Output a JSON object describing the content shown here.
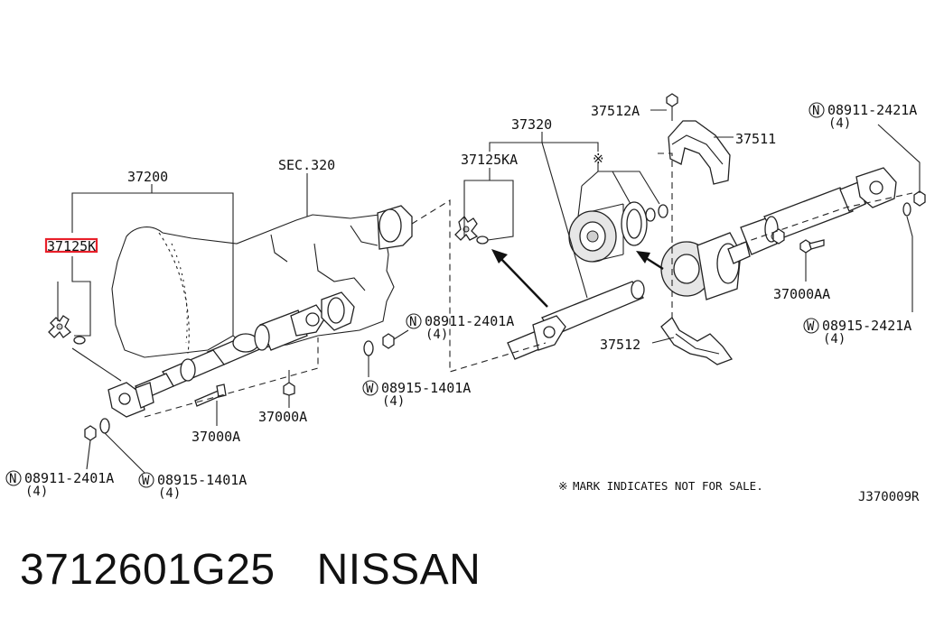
{
  "labels": {
    "shaft_assy": "37200",
    "highlighted_part": "37125K",
    "sec_ref": "SEC.320",
    "rear_shaft_assy": "37320",
    "kit_37125ka": "37125KA",
    "bolt_37512a": "37512A",
    "bracket_37511": "37511",
    "bracket_37512": "37512",
    "bolt_37000a_left": "37000A",
    "bolt_37000a_mid": "37000A",
    "bolt_37000aa": "37000AA",
    "nut_front_left": "08911-2401A",
    "washer_front_left": "08915-1401A",
    "nut_center": "08911-2401A",
    "washer_center": "08915-1401A",
    "nut_rear": "08911-2421A",
    "washer_rear": "08915-2421A",
    "qty": "(4)",
    "prefix_n": "N",
    "prefix_w": "W",
    "sale_mark": "※",
    "sale_note": "MARK INDICATES NOT FOR SALE.",
    "diagram_code": "J370009R"
  },
  "colors": {
    "highlight": "#e8202a",
    "line": "#222222"
  },
  "footer": {
    "part_number": "3712601G25",
    "brand": "NISSAN"
  }
}
